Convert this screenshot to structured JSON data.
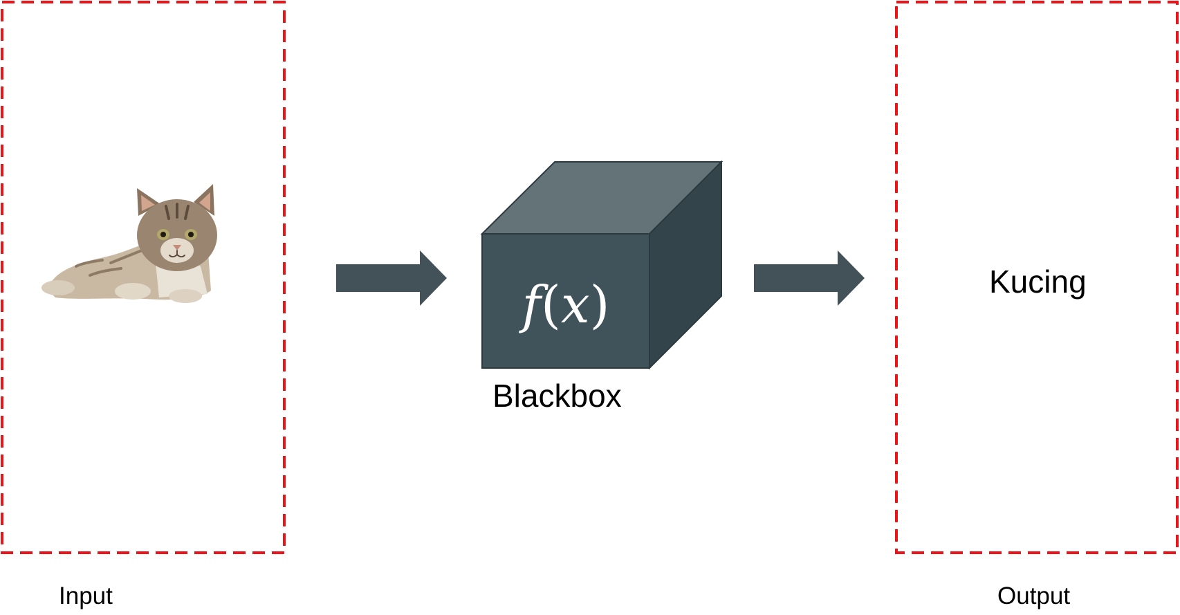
{
  "input": {
    "label": "Input",
    "image_subject": "cat-photo"
  },
  "blackbox": {
    "label": "Blackbox",
    "formula": "f(x)",
    "formula_f": "f",
    "formula_open": "(",
    "formula_x": "x",
    "formula_close": ")"
  },
  "output": {
    "label": "Output",
    "value": "Kucing"
  },
  "colors": {
    "frame_dash": "#e8161b",
    "box_front": "#40525a",
    "box_top": "#637378",
    "box_side": "#33444a",
    "arrow": "#435158",
    "formula_text": "#ffffff"
  }
}
